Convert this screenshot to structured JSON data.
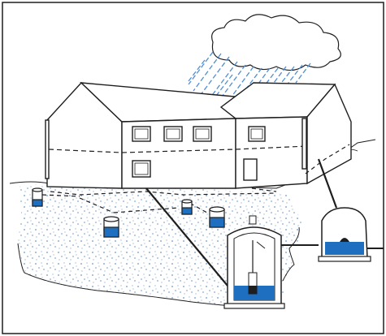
{
  "illustration": {
    "colors": {
      "line": "#1e1e1e",
      "water": "#1f6fc0",
      "rain": "#4f8fd6",
      "gravel_dots": "#6a96cc",
      "background": "#ffffff"
    },
    "elements": {
      "rain_cloud": "cloud-icon",
      "rain": "rain-icon",
      "building": "house-icon",
      "infiltration_wells": "well-icon",
      "main_tank": "tank-icon",
      "secondary_tank": "tank-icon",
      "pump": "pump-icon"
    },
    "infiltration_well_count": 4,
    "water_fill": {
      "main_tank": 0.3,
      "secondary_tank": 0.45
    }
  }
}
